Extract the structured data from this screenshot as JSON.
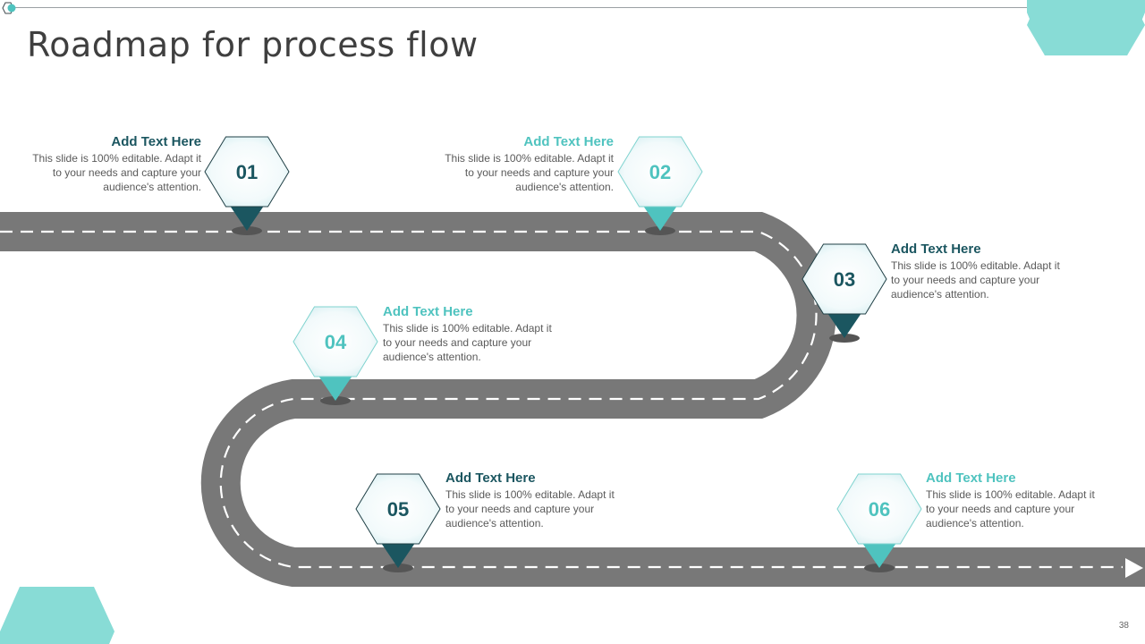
{
  "slide": {
    "title": "Roadmap for process flow",
    "page_number": "38"
  },
  "colors": {
    "road": "#787878",
    "lane_marking": "#ffffff",
    "dark_accent": "#1b5660",
    "teal_accent": "#4fc3bf",
    "corner_hexagon": "#88dcd6",
    "title_text": "#3f3f3f",
    "body_text": "#5a5a5a"
  },
  "steps": [
    {
      "number": "01",
      "heading": "Add Text Here",
      "body": "This slide is 100% editable. Adapt it to your needs and capture your audience's attention.",
      "tone": "dark"
    },
    {
      "number": "02",
      "heading": "Add Text Here",
      "body": "This slide is 100% editable. Adapt it to your needs and capture your audience's attention.",
      "tone": "teal"
    },
    {
      "number": "03",
      "heading": "Add Text Here",
      "body": "This slide is 100% editable. Adapt it to your needs and capture your audience's attention.",
      "tone": "dark"
    },
    {
      "number": "04",
      "heading": "Add Text Here",
      "body": "This slide is 100% editable. Adapt it to your needs and capture your audience's attention.",
      "tone": "teal"
    },
    {
      "number": "05",
      "heading": "Add Text Here",
      "body": "This slide is 100% editable. Adapt it to your needs and capture your audience's attention.",
      "tone": "dark"
    },
    {
      "number": "06",
      "heading": "Add Text Here",
      "body": "This slide is 100% editable. Adapt it to your needs and capture your audience's attention.",
      "tone": "teal"
    }
  ],
  "icons": {
    "top_left": "hexagon-outline-icon",
    "road_end": "arrow-right-icon",
    "marker": "map-pin-icon"
  }
}
